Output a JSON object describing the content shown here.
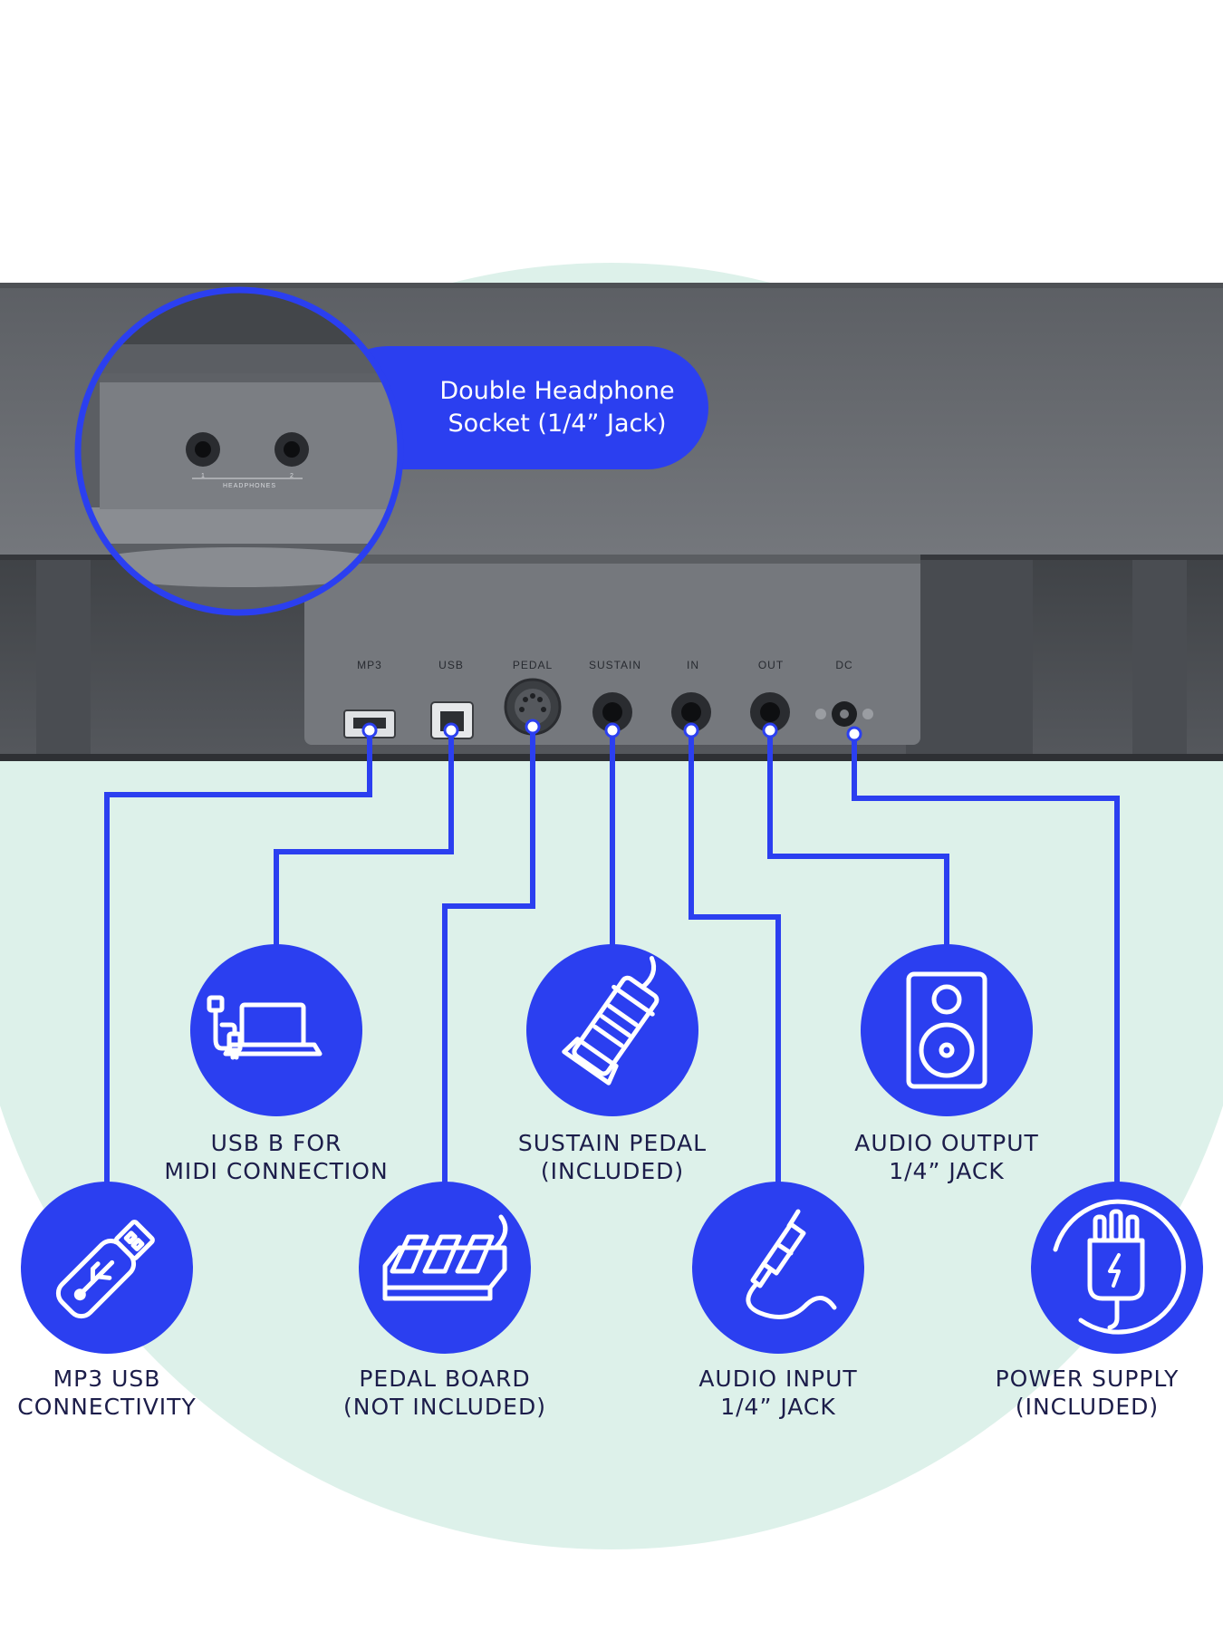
{
  "colors": {
    "accent_blue": "#2b3ff0",
    "mint_circle": "#ddf1ea",
    "panel_gray": "#6a6d73",
    "panel_dark": "#53565b",
    "caption_text": "#1c1d4a"
  },
  "callout": {
    "text": "Double Headphone\nSocket (1/4” Jack)",
    "inset_labels": {
      "jack_1": "1",
      "jack_2": "2",
      "caption": "HEADPHONES"
    }
  },
  "ports": [
    {
      "id": "mp3",
      "label": "MP3"
    },
    {
      "id": "usb",
      "label": "USB"
    },
    {
      "id": "pedal",
      "label": "PEDAL"
    },
    {
      "id": "sustain",
      "label": "SUSTAIN"
    },
    {
      "id": "in",
      "label": "IN"
    },
    {
      "id": "out",
      "label": "OUT"
    },
    {
      "id": "dc",
      "label": "DC"
    }
  ],
  "features": [
    {
      "id": "mp3-usb",
      "icon": "usb-drive-icon",
      "caption": "MP3 USB\nCONNECTIVITY"
    },
    {
      "id": "usb-b",
      "icon": "usb-laptop-icon",
      "caption": "USB B FOR\nMIDI CONNECTION"
    },
    {
      "id": "pedal-board",
      "icon": "pedal-board-icon",
      "caption": "PEDAL BOARD\n(NOT INCLUDED)"
    },
    {
      "id": "sustain-pedal",
      "icon": "sustain-pedal-icon",
      "caption": "SUSTAIN PEDAL\n(INCLUDED)"
    },
    {
      "id": "audio-input",
      "icon": "audio-jack-icon",
      "caption": "AUDIO INPUT\n1/4” JACK"
    },
    {
      "id": "audio-output",
      "icon": "speaker-icon",
      "caption": "AUDIO OUTPUT\n1/4” JACK"
    },
    {
      "id": "power-supply",
      "icon": "power-plug-icon",
      "caption": "POWER SUPPLY\n(INCLUDED)"
    }
  ]
}
